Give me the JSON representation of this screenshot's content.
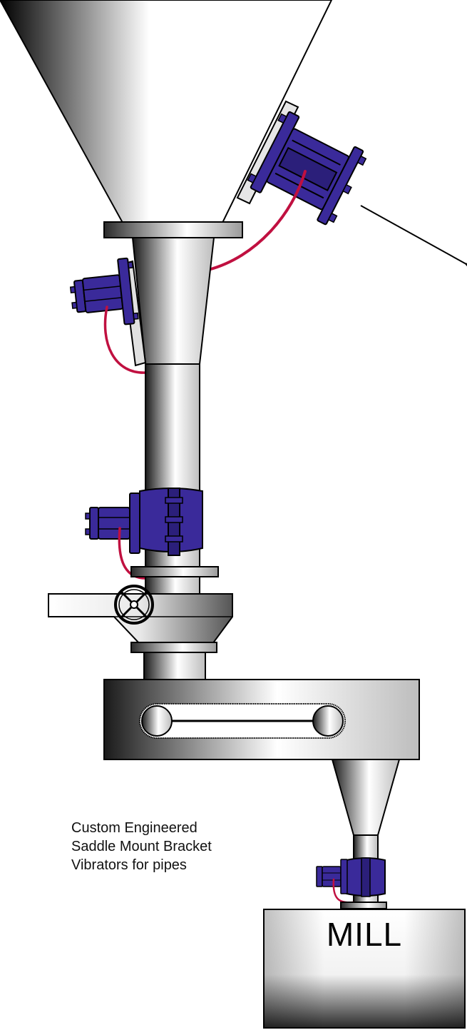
{
  "caption": {
    "lines": [
      "Custom Engineered",
      "Saddle Mount Bracket",
      "Vibrators for pipes"
    ]
  },
  "mill": {
    "label": "MILL"
  },
  "colors": {
    "vibrator": "#3a2a9a",
    "vibrator_dark": "#1e1462",
    "cable": "#c01040",
    "steel_light": "#ffffff",
    "steel_dark": "#000000",
    "outline": "#000000"
  },
  "icons": [
    "valve-handwheel-icon",
    "arrow-icon"
  ]
}
